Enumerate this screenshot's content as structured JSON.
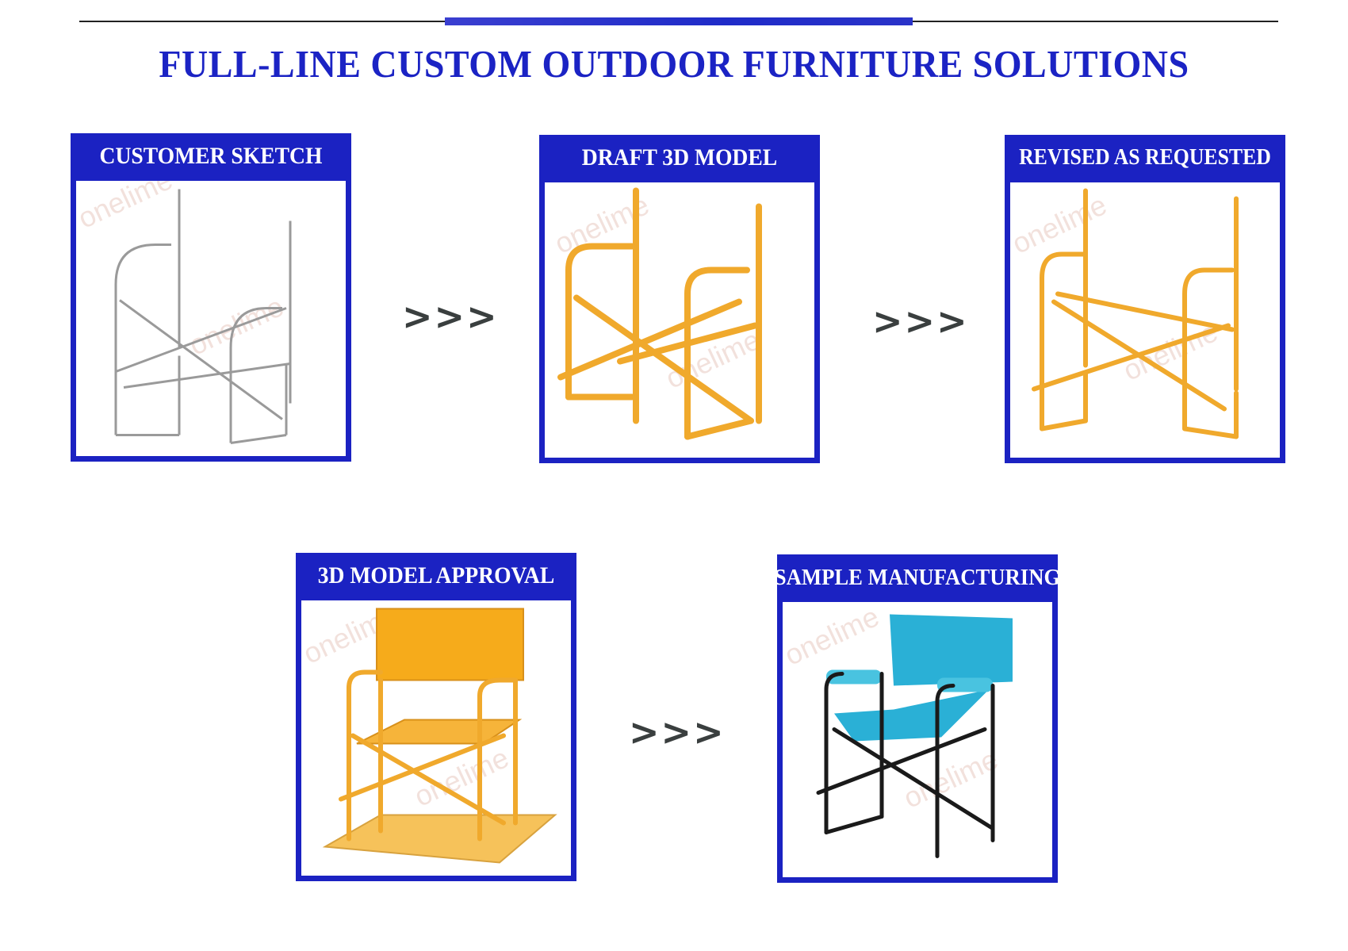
{
  "title": "FULL-LINE CUSTOM OUTDOOR FURNITURE SOLUTIONS",
  "steps": [
    {
      "label": "CUSTOMER SKETCH",
      "icon": "chair-frame-sketch"
    },
    {
      "label": "DRAFT 3D MODEL",
      "icon": "chair-frame-draft-model"
    },
    {
      "label": "REVISED AS REQUESTED",
      "icon": "chair-frame-revised-model"
    },
    {
      "label": "3D MODEL APPROVAL",
      "icon": "chair-approved-model"
    },
    {
      "label": "SAMPLE MANUFACTURING",
      "icon": "chair-sample-photo"
    }
  ],
  "arrow_text": ">>>",
  "watermark": "onelime",
  "colors": {
    "title_blue": "#1b23c4",
    "card_blue": "#1b22c2",
    "frame_orange": "#f0a92c",
    "fabric_blue": "#2ab0d6"
  }
}
